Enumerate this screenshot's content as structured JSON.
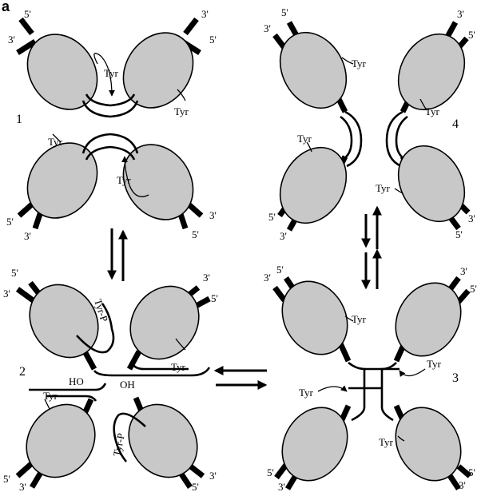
{
  "panel_letter": "a",
  "labels": {
    "five_prime": "5'",
    "three_prime": "3'",
    "tyr": "Tyr",
    "tyr_p": "Tyr-P",
    "ho": "HO",
    "oh": "OH"
  },
  "steps": {
    "s1": "1",
    "s2": "2",
    "s3": "3",
    "s4": "4"
  }
}
